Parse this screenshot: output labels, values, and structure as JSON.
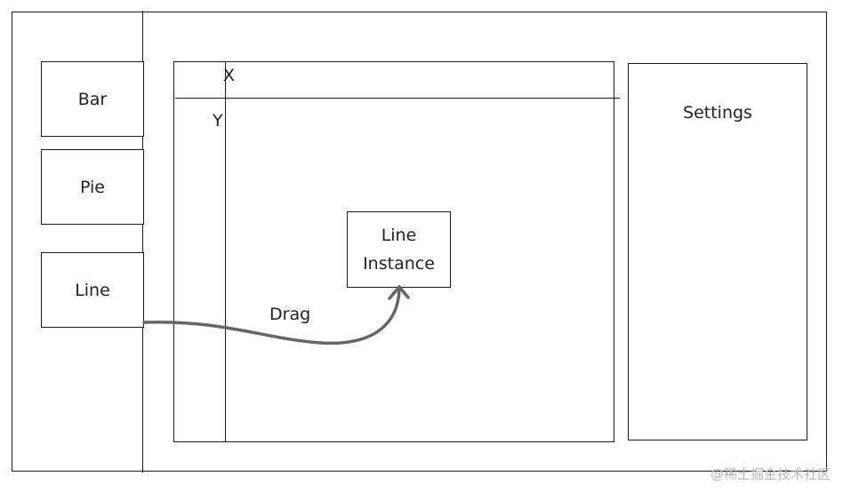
{
  "palette": {
    "components": [
      {
        "label": "Bar"
      },
      {
        "label": "Pie"
      },
      {
        "label": "Line"
      }
    ]
  },
  "canvas": {
    "axis_x_label": "X",
    "axis_y_label": "Y",
    "instance": {
      "line1": "Line",
      "line2": "Instance"
    },
    "drag_label": "Drag"
  },
  "settings": {
    "title": "Settings"
  },
  "watermark": "@稀土掘金技术社区",
  "colors": {
    "stroke": "#1a1a1a",
    "arrow": "#666666"
  }
}
